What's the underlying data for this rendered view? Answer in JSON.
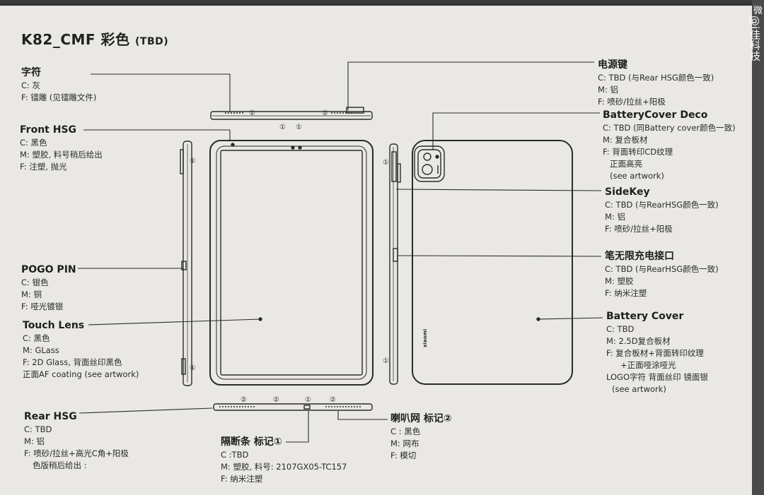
{
  "watermark": {
    "text": "@i佳科技",
    "badge": "微"
  },
  "title": {
    "main": "K82_CMF 彩色",
    "sub": "(TBD)"
  },
  "callouts": {
    "zifu": {
      "heading": "字符",
      "lines": [
        "C: 灰",
        "F: 镭雕 (见镭雕文件)"
      ]
    },
    "front_hsg": {
      "heading": "Front HSG",
      "lines": [
        "C: 黑色",
        "M: 塑胶, 料号稍后给出",
        "F: 注塑, 抛光"
      ]
    },
    "pogo_pin": {
      "heading": "POGO PIN",
      "lines": [
        "C: 银色",
        "M: 铜",
        "F: 哑光镀银"
      ]
    },
    "touch_lens": {
      "heading": "Touch Lens",
      "lines": [
        "C: 黑色",
        "M:  GLass",
        "F: 2D Glass, 背面丝印黑色",
        "正面AF coating (see artwork)"
      ]
    },
    "rear_hsg": {
      "heading": "Rear HSG",
      "lines": [
        "C: TBD",
        "M: 铝",
        "F: 喷砂/拉丝+高光C角+阳极",
        "色版稍后给出 :"
      ]
    },
    "antenna": {
      "heading": "隔断条 标记①",
      "lines": [
        "C :TBD",
        "M: 塑胶, 料号: 2107GX05-TC157",
        "F: 纳米注塑"
      ]
    },
    "speaker": {
      "heading": "喇叭网 标记②",
      "lines": [
        "C : 黑色",
        "M: 网布",
        "F: 模切"
      ]
    },
    "power_key": {
      "heading": "电源键",
      "lines": [
        "C: TBD (与Rear HSG颜色一致)",
        "M: 铝",
        "F: 喷砂/拉丝+阳极"
      ]
    },
    "bc_deco": {
      "heading": "BatteryCover Deco",
      "lines": [
        "C: TBD (同Battery cover颜色一致)",
        "M: 复合板材",
        "F: 背面转印CD纹理",
        "正面高亮",
        "(see artwork)"
      ]
    },
    "side_key": {
      "heading": "SideKey",
      "lines": [
        "C: TBD (与RearHSG颜色一致)",
        "M: 铝",
        "F: 喷砂/拉丝+阳极"
      ]
    },
    "pen_charge": {
      "heading": "笔无限充电接口",
      "lines": [
        "C: TBD (与RearHSG颜色一致)",
        "M: 塑胶",
        "F: 纳米注塑"
      ]
    },
    "battery_cover": {
      "heading": "Battery Cover",
      "lines": [
        "C: TBD",
        "M: 2.5D复合板材",
        "F: 复合板材+背面转印纹理",
        "+正面哑涂哑光",
        "LOGO字符 背面丝印 镜面银",
        "(see artwork)"
      ]
    }
  },
  "marks": {
    "one": "①",
    "two": "②"
  },
  "logo_text": "xiaomi"
}
